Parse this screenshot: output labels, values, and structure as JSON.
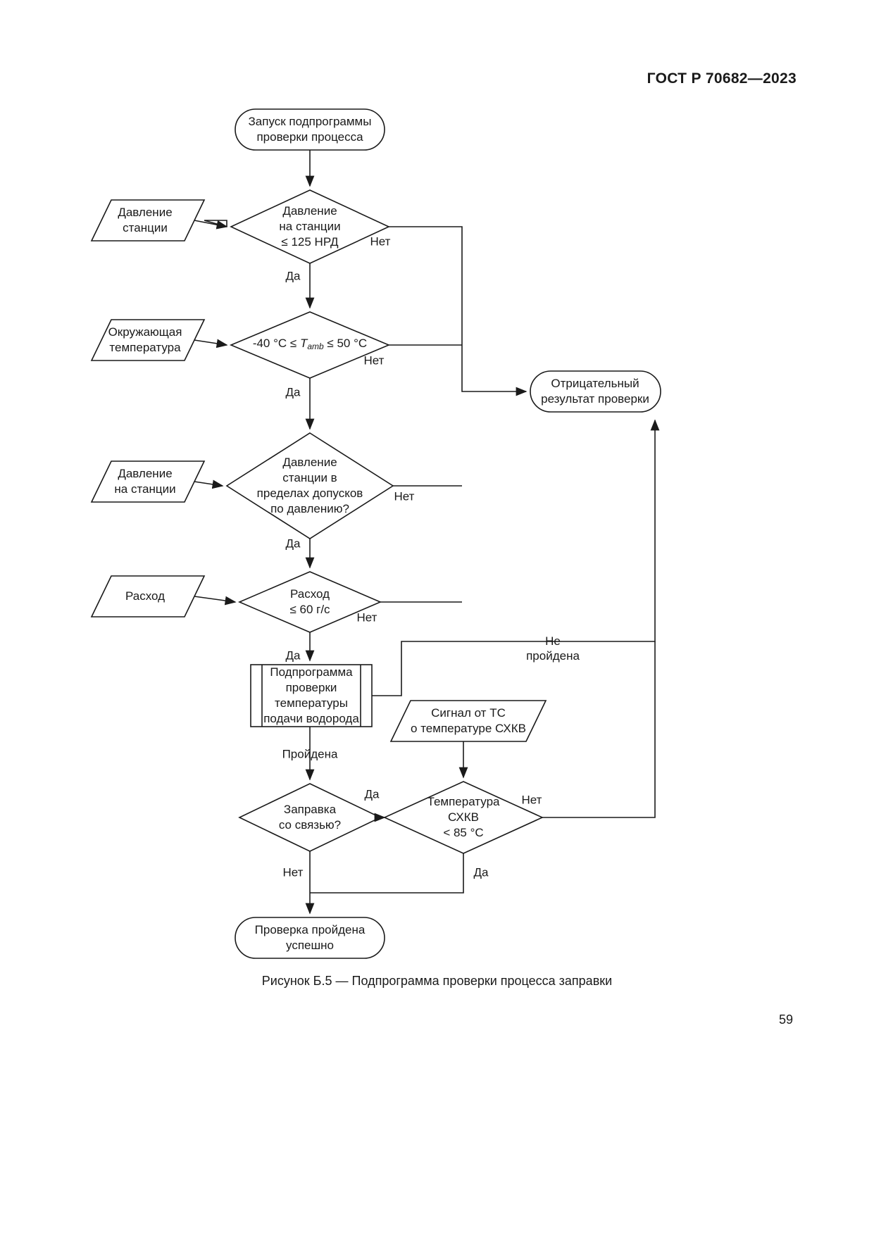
{
  "document": {
    "standard_header": "ГОСТ Р 70682—2023",
    "figure_caption": "Рисунок Б.5 — Подпрограмма проверки процесса заправки",
    "page_number": "59"
  },
  "flowchart": {
    "title": "Подпрограмма проверки процесса заправки",
    "nodes": {
      "start": {
        "type": "terminator",
        "text": "Запуск подпрограммы\nпроверки процесса"
      },
      "input_station_pressure": {
        "type": "io",
        "text": "Давление\nстанции"
      },
      "decision_pressure_125": {
        "type": "decision",
        "text": "Давление\nна станции\n≤ 125 НРД"
      },
      "input_ambient_temp": {
        "type": "io",
        "text": "Окружающая\nтемпература"
      },
      "decision_ambient_temp_prefix": {
        "type": "decision",
        "text_before": "-40 °C ≤ ",
        "text_var": "T",
        "text_sub": "amb",
        "text_after": " ≤ 50 °C"
      },
      "input_pressure_at_station": {
        "type": "io",
        "text": "Давление\nна станции"
      },
      "decision_pressure_tolerance": {
        "type": "decision",
        "text": "Давление\nстанции в\nпределах допусков\nпо давлению?"
      },
      "input_flow": {
        "type": "io",
        "text": "Расход"
      },
      "decision_flow_60": {
        "type": "decision",
        "text": "Расход\n≤ 60 г/с"
      },
      "subprocess_h2_temp": {
        "type": "predefined-process",
        "text": "Подпрограмма\nпроверки\nтемпературы\nподачи водорода"
      },
      "input_ts_signal": {
        "type": "io",
        "text": "Сигнал от ТС\nо температуре СХКВ"
      },
      "decision_comm_fill": {
        "type": "decision",
        "text": "Заправка\nсо связью?"
      },
      "decision_schkv_temp": {
        "type": "decision",
        "text": "Температура\nСХКВ\n< 85 °C"
      },
      "result_negative": {
        "type": "terminator",
        "text": "Отрицательный\nрезультат проверки"
      },
      "result_success": {
        "type": "terminator",
        "text": "Проверка пройдена\nуспешно"
      }
    },
    "edge_labels": {
      "pressure125_no": "Нет",
      "pressure125_yes": "Да",
      "ambient_no": "Нет",
      "ambient_yes": "Да",
      "tolerance_no": "Нет",
      "tolerance_yes": "Да",
      "flow_no": "Нет",
      "flow_yes": "Да",
      "subprocess_failed": "Не\nпройдена",
      "subprocess_passed": "Пройдена",
      "comm_yes": "Да",
      "comm_no": "Нет",
      "schkv_no": "Нет",
      "schkv_yes": "Да"
    },
    "colors": {
      "stroke": "#1a1a1a",
      "fill": "#ffffff",
      "text": "#1a1a1a"
    }
  }
}
